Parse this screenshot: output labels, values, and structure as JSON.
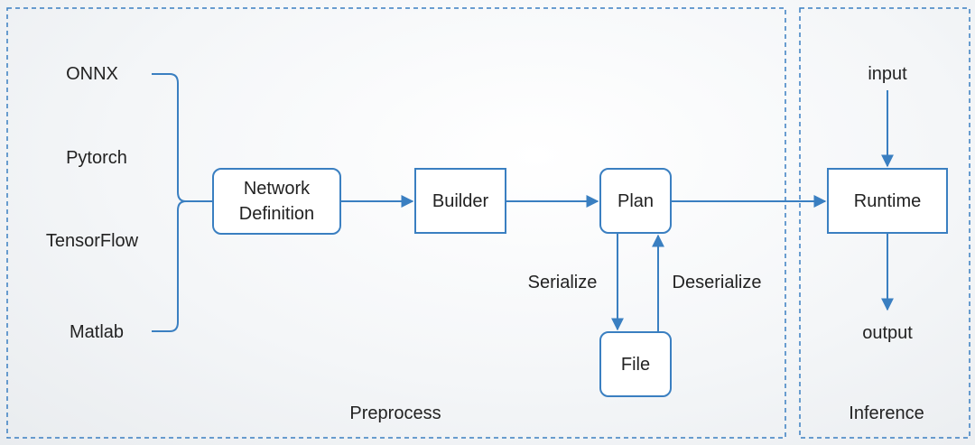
{
  "sections": {
    "preprocess_label": "Preprocess",
    "inference_label": "Inference"
  },
  "frameworks": [
    "ONNX",
    "Pytorch",
    "TensorFlow",
    "Matlab"
  ],
  "nodes": {
    "network_definition": [
      "Network",
      "Definition"
    ],
    "builder": "Builder",
    "plan": "Plan",
    "file": "File",
    "runtime": "Runtime"
  },
  "edge_labels": {
    "serialize": "Serialize",
    "deserialize": "Deserialize",
    "input": "input",
    "output": "output"
  },
  "colors": {
    "accent": "#3a7fc1",
    "text": "#222222"
  }
}
